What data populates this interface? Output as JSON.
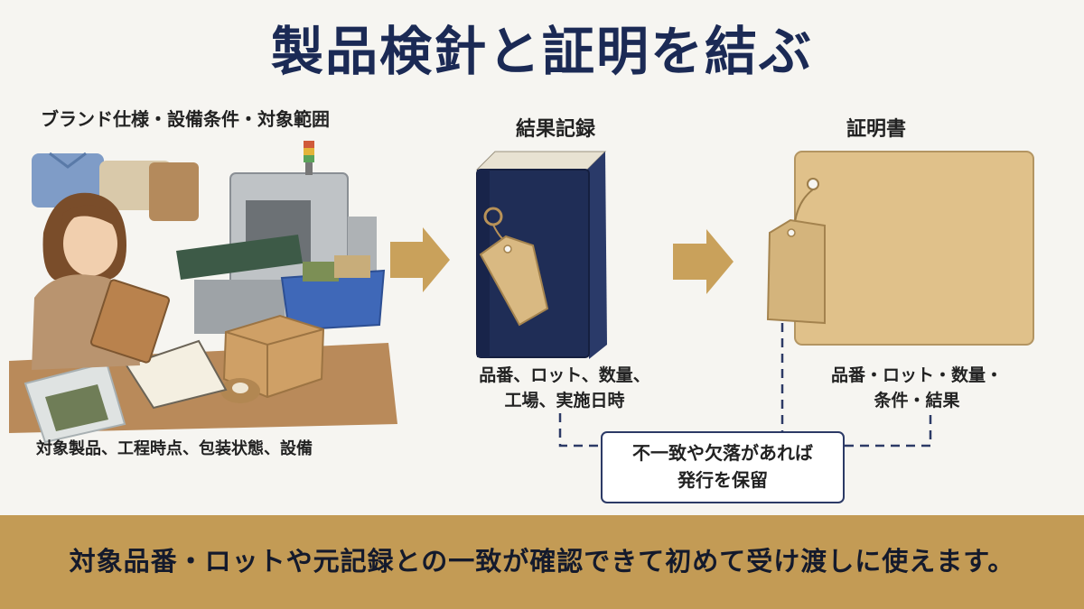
{
  "title": "製品検針と証明を結ぶ",
  "sections": {
    "inspection": {
      "heading": "ブランド仕様・設備条件・対象範囲",
      "caption": "対象製品、工程時点、包装状態、設備"
    },
    "record": {
      "heading": "結果記録",
      "caption_line1": "品番、ロット、数量、",
      "caption_line2": "工場、実施日時"
    },
    "certificate": {
      "heading": "証明書",
      "caption_line1": "品番・ロット・数量・",
      "caption_line2": "条件・結果"
    }
  },
  "callout": {
    "line1": "不一致や欠落があれば",
    "line2": "発行を保留"
  },
  "footer": "対象品番・ロットや元記録との一致が確認できて初めて受け渡しに使えます。",
  "colors": {
    "title": "#1b2a55",
    "binder": "#1f2d56",
    "arrow": "#c9a15b",
    "footer_bg": "#c39b55",
    "tag": "#d9b982",
    "callout_border": "#2c3a66"
  }
}
